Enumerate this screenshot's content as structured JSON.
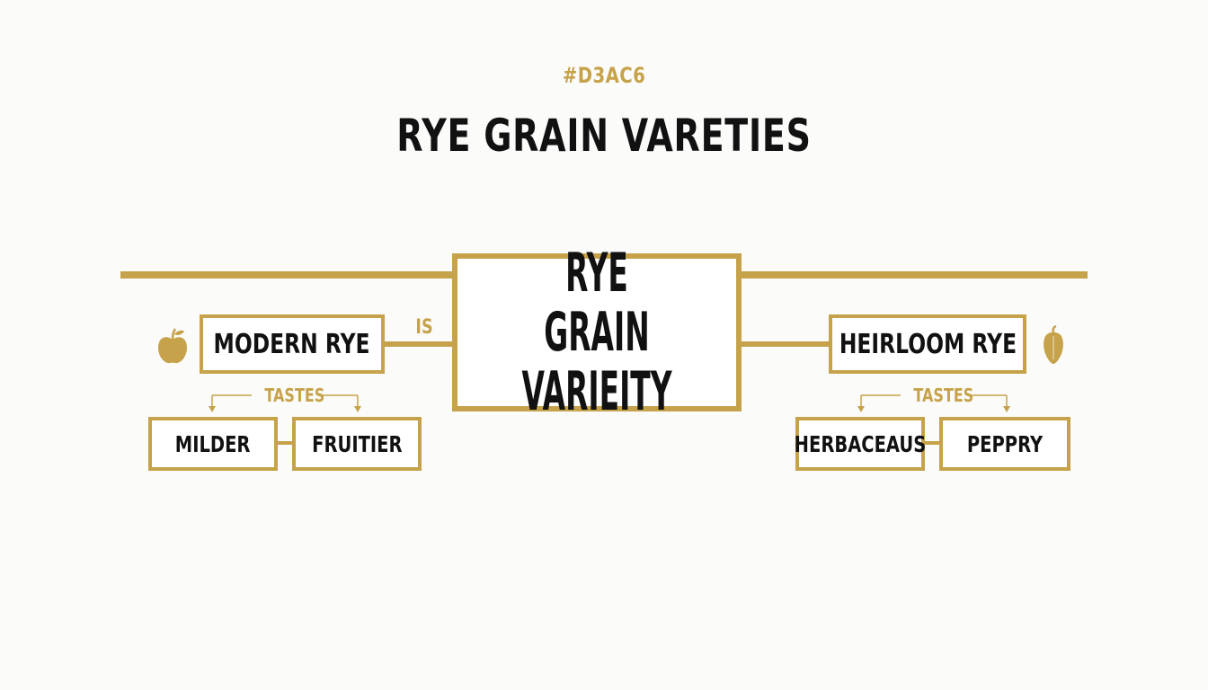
{
  "colors": {
    "accent": "#c6a24a",
    "text": "#111111",
    "background": "#fbfbfa"
  },
  "header": {
    "code": "#D3AC6",
    "title": "RYE GRAIN VARETIES"
  },
  "center": {
    "line1": "RYE GRAIN",
    "line2": "VARIEITY",
    "link_label": "IS"
  },
  "left": {
    "name": "MODERN RYE",
    "icon": "apple-icon",
    "relation": "TASTES",
    "tastes": [
      "MILDER",
      "FRUITIER"
    ]
  },
  "right": {
    "name": "HEIRLOOM RYE",
    "icon": "pepper-icon",
    "relation": "TASTES",
    "tastes": [
      "HERBACEAUS",
      "PEPPRY"
    ]
  }
}
